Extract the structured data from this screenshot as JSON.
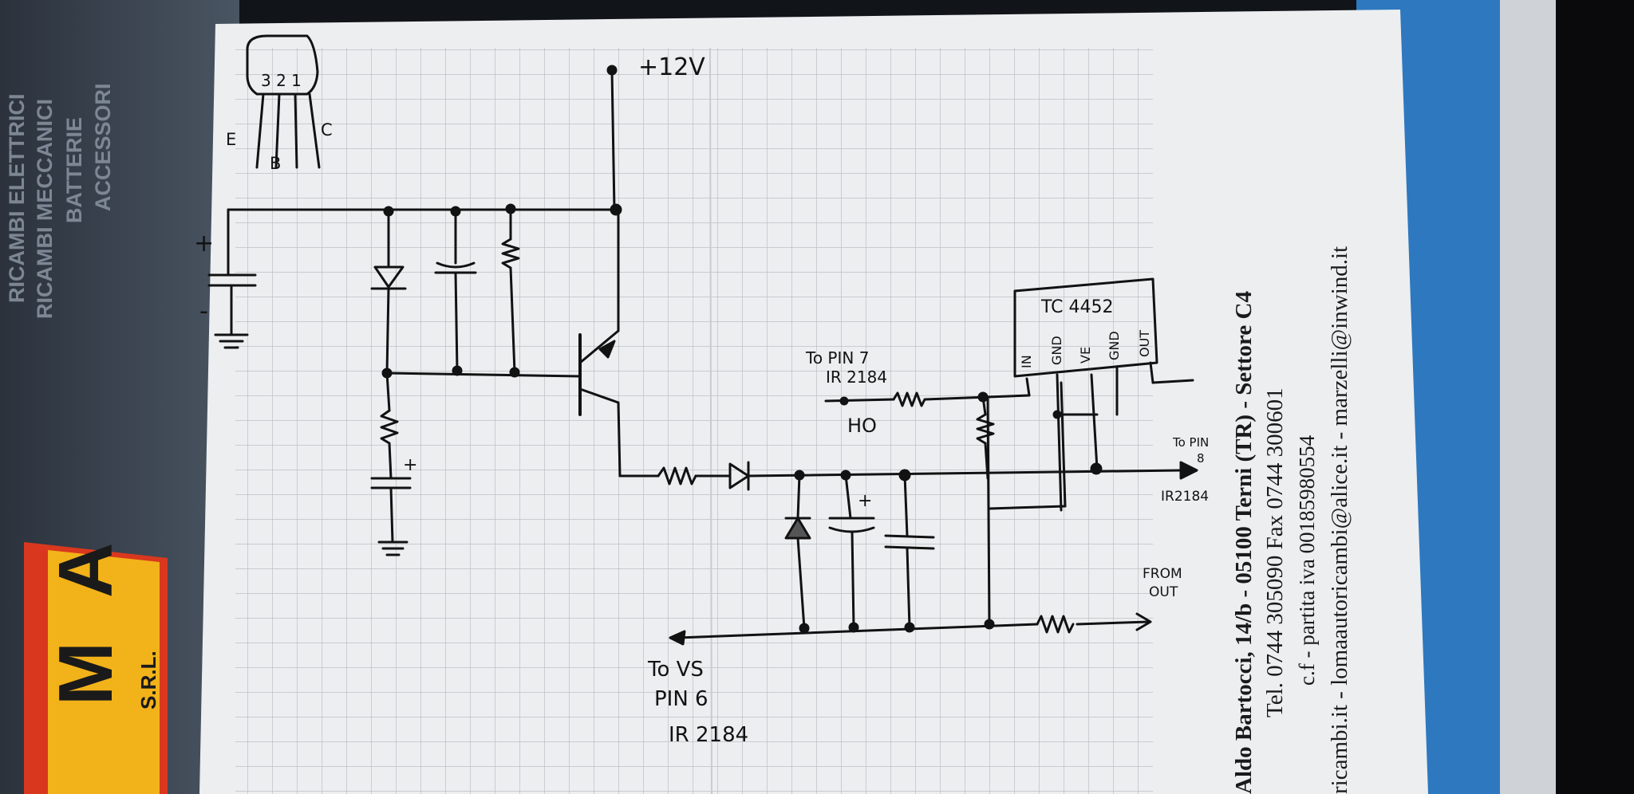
{
  "diagram": {
    "transistor_pinout": {
      "pin_numbers": "3 2 1",
      "emitter": "E",
      "base": "B",
      "collector": "C"
    },
    "supply": {
      "label": "+12V"
    },
    "input_cap": {
      "plus": "+",
      "minus": "-"
    },
    "rc_cap": {
      "plus": "+"
    },
    "bootstrap_cap": {
      "plus": "+"
    },
    "to_pin7": {
      "line1": "To PIN 7",
      "line2": "IR 2184",
      "signal": "HO"
    },
    "driver_ic": {
      "name": "TC 4452",
      "pins": [
        "IN",
        "GND",
        "VE",
        "GND",
        "OUT"
      ]
    },
    "to_pin8": {
      "line1": "To PIN",
      "line2": "8",
      "line3": "IR2184"
    },
    "from_out": {
      "line1": "FROM",
      "line2": "OUT"
    },
    "to_vs": {
      "line1": "To VS",
      "line2": "PIN 6",
      "line3": "IR 2184"
    }
  },
  "letterhead": {
    "address": "Aldo Bartocci, 14/b - 05100 Terni (TR) - Settore C4",
    "phone": "Tel. 0744 305090 Fax 0744 300601",
    "fiscal": "c.f - partita iva 00185980554",
    "emails": "ricambi.it - lomaautoricambi@alice.it - marzelli@inwind.it"
  },
  "sidebar_print": {
    "line1": "RICAMBI ELETTRICI",
    "line2": "RICAMBI MECCANICI",
    "line3": "BATTERIE",
    "line4": "ACCESSORI"
  },
  "logo": {
    "letters": [
      "M",
      "A"
    ],
    "suffix": "S.R.L."
  },
  "colors": {
    "paper": "#eceef0",
    "grid": "#b4b8bd",
    "ink": "#121212",
    "envelope_blue": "#2e78bf",
    "folder_gray": "#3f4854",
    "logo_yellow": "#f2b21a",
    "logo_red": "#d9381e"
  }
}
